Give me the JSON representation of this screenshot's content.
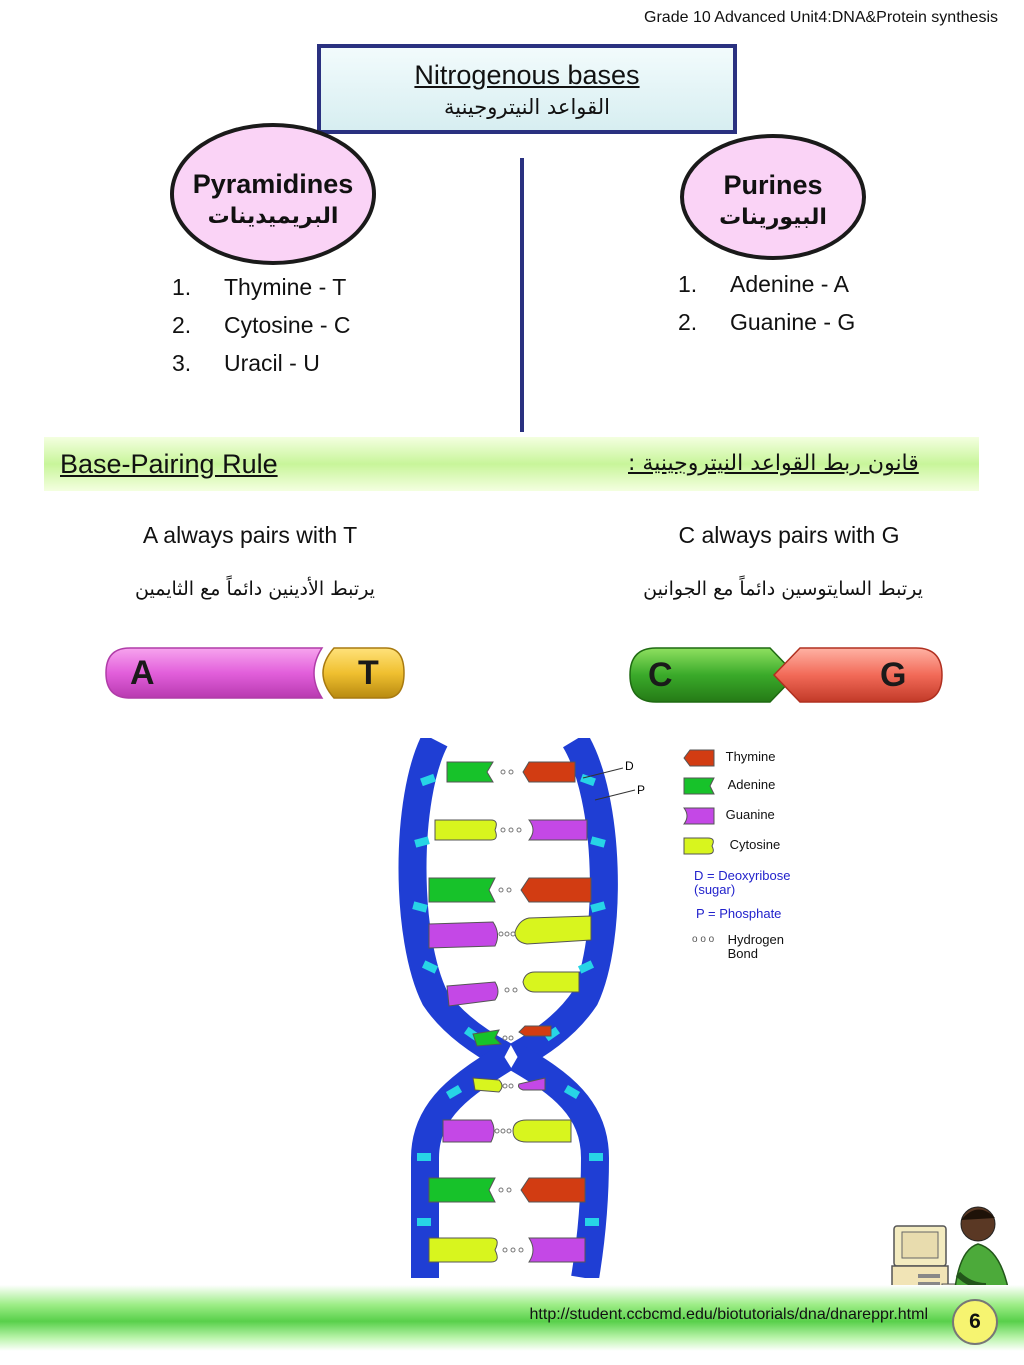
{
  "header": {
    "course": "Grade 10 Advanced Unit4:DNA&Protein synthesis"
  },
  "title": {
    "en": "Nitrogenous bases ",
    "ar": "القواعد النيتروجينية"
  },
  "pyrimidines": {
    "en": "Pyramidines",
    "ar": "البريميدينات",
    "items": [
      {
        "num": "1.",
        "label": "Thymine - T"
      },
      {
        "num": "2.",
        "label": "Cytosine - C"
      },
      {
        "num": "3.",
        "label": "Uracil - U"
      }
    ]
  },
  "purines": {
    "en": "Purines",
    "ar": "البيورينات",
    "items": [
      {
        "num": "1.",
        "label": "Adenine - A"
      },
      {
        "num": "2.",
        "label": "Guanine  - G"
      }
    ]
  },
  "rule": {
    "en": "Base-Pairing Rule ",
    "ar": "قانون ربط القواعد النيتروجينية :"
  },
  "pairs": {
    "at": {
      "en": "A always pairs with T",
      "ar": "يرتبط الأدينين دائماً مع الثايمين",
      "left": "A",
      "right": "T"
    },
    "cg": {
      "en": "C always pairs with G",
      "ar": "يرتبط السايتوسين دائماً مع الجوانين",
      "left": "C",
      "right": "G"
    }
  },
  "diagram": {
    "d_label": "D",
    "p_label": "P"
  },
  "legend": {
    "thymine": "Thymine",
    "adenine": "Adenine",
    "guanine": "Guanine",
    "cytosine": "Cytosine",
    "deoxyribose_1": "D = Deoxyribose",
    "deoxyribose_2": "(sugar)",
    "phosphate": "P = Phosphate",
    "hbond_symbol": "o o o",
    "hbond_1": "Hydrogen",
    "hbond_2": "Bond"
  },
  "colors": {
    "thymine": "#d23c12",
    "adenine": "#17c22a",
    "guanine": "#c448e6",
    "cytosine": "#d8f51e",
    "backbone": "#1f3ed4",
    "phosphate": "#27d4e6",
    "title_border": "#2a3180",
    "ellipse_fill": "#fad3f6"
  },
  "footer": {
    "url": "http://student.ccbcmd.edu/biotutorials/dna/dnareppr.html",
    "page": "6"
  }
}
